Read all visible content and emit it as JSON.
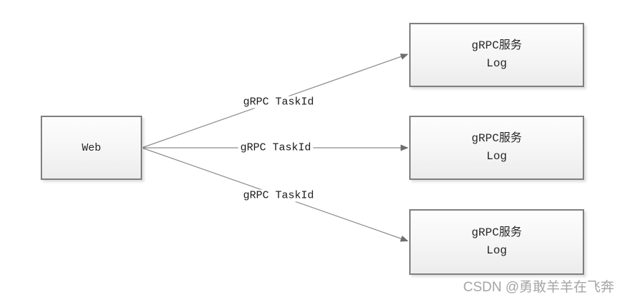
{
  "diagram": {
    "web_box": {
      "label": "Web"
    },
    "service_boxes": [
      {
        "line1": "gRPC服务",
        "line2": "Log"
      },
      {
        "line1": "gRPC服务",
        "line2": "Log"
      },
      {
        "line1": "gRPC服务",
        "line2": "Log"
      }
    ],
    "arrows": [
      {
        "label": "gRPC TaskId",
        "from": "Web",
        "to": "gRPC服务 Log (top)"
      },
      {
        "label": "gRPC TaskId",
        "from": "Web",
        "to": "gRPC服务 Log (middle)"
      },
      {
        "label": "gRPC TaskId",
        "from": "Web",
        "to": "gRPC服务 Log (bottom)"
      }
    ],
    "colors": {
      "box_border": "#7f7f7f",
      "box_fill_top": "#fdfdfd",
      "box_fill_bottom": "#ececec",
      "arrow_line": "#8a8a8a",
      "arrow_head": "#6e6e6e",
      "label_text": "#1a1a1a",
      "watermark_text": "#a5a5a5",
      "background": "#ffffff"
    }
  },
  "watermark": {
    "text": "CSDN @勇敢羊羊在飞奔"
  }
}
